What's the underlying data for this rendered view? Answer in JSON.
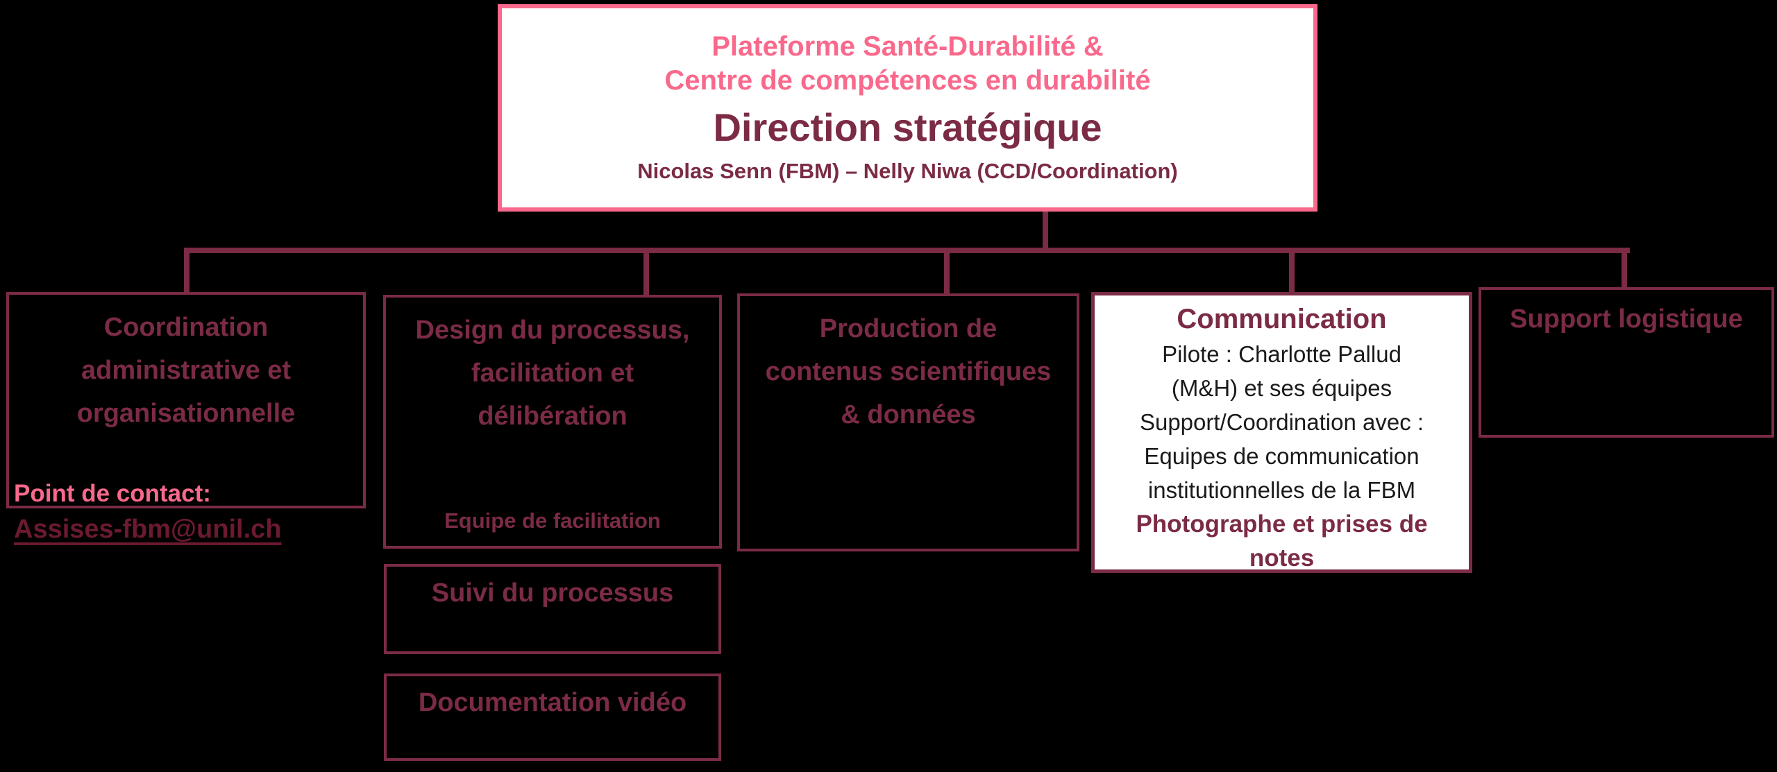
{
  "colors": {
    "background": "#000000",
    "pink": "#F9698C",
    "wine": "#7B2B44",
    "dark_red": "#6B1A2F",
    "body_text": "#1A1A1A",
    "white": "#FFFFFF"
  },
  "direction_box": {
    "pretitle_lines": [
      "Plateforme Santé-Durabilité &",
      "Centre de compétences en durabilité"
    ],
    "title": "Direction stratégique",
    "subtitle": "Nicolas Senn (FBM) – Nelly Niwa (CCD/Coordination)"
  },
  "nodes": {
    "coordination": {
      "lines": [
        "Coordination",
        "administrative et",
        "organisationnelle"
      ]
    },
    "design": {
      "lines": [
        "Design du processus,",
        "facilitation et",
        "délibération"
      ],
      "footer": "Equipe de facilitation"
    },
    "production": {
      "lines": [
        "Production de",
        "contenus scientifiques",
        "& données"
      ]
    },
    "communication": {
      "title": "Communication",
      "body_lines": [
        "Pilote : Charlotte Pallud",
        "(M&H) et ses équipes",
        "Support/Coordination avec :",
        "Equipes de communication",
        "institutionnelles de la FBM"
      ],
      "highlight_lines": [
        "Photographe et prises de",
        "notes"
      ]
    },
    "support": {
      "label": "Support logistique"
    },
    "suivi": {
      "label": "Suivi du processus"
    },
    "documentation": {
      "label": "Documentation vidéo"
    }
  },
  "contact": {
    "label": "Point de contact:",
    "email": "Assises-fbm@unil.ch"
  }
}
